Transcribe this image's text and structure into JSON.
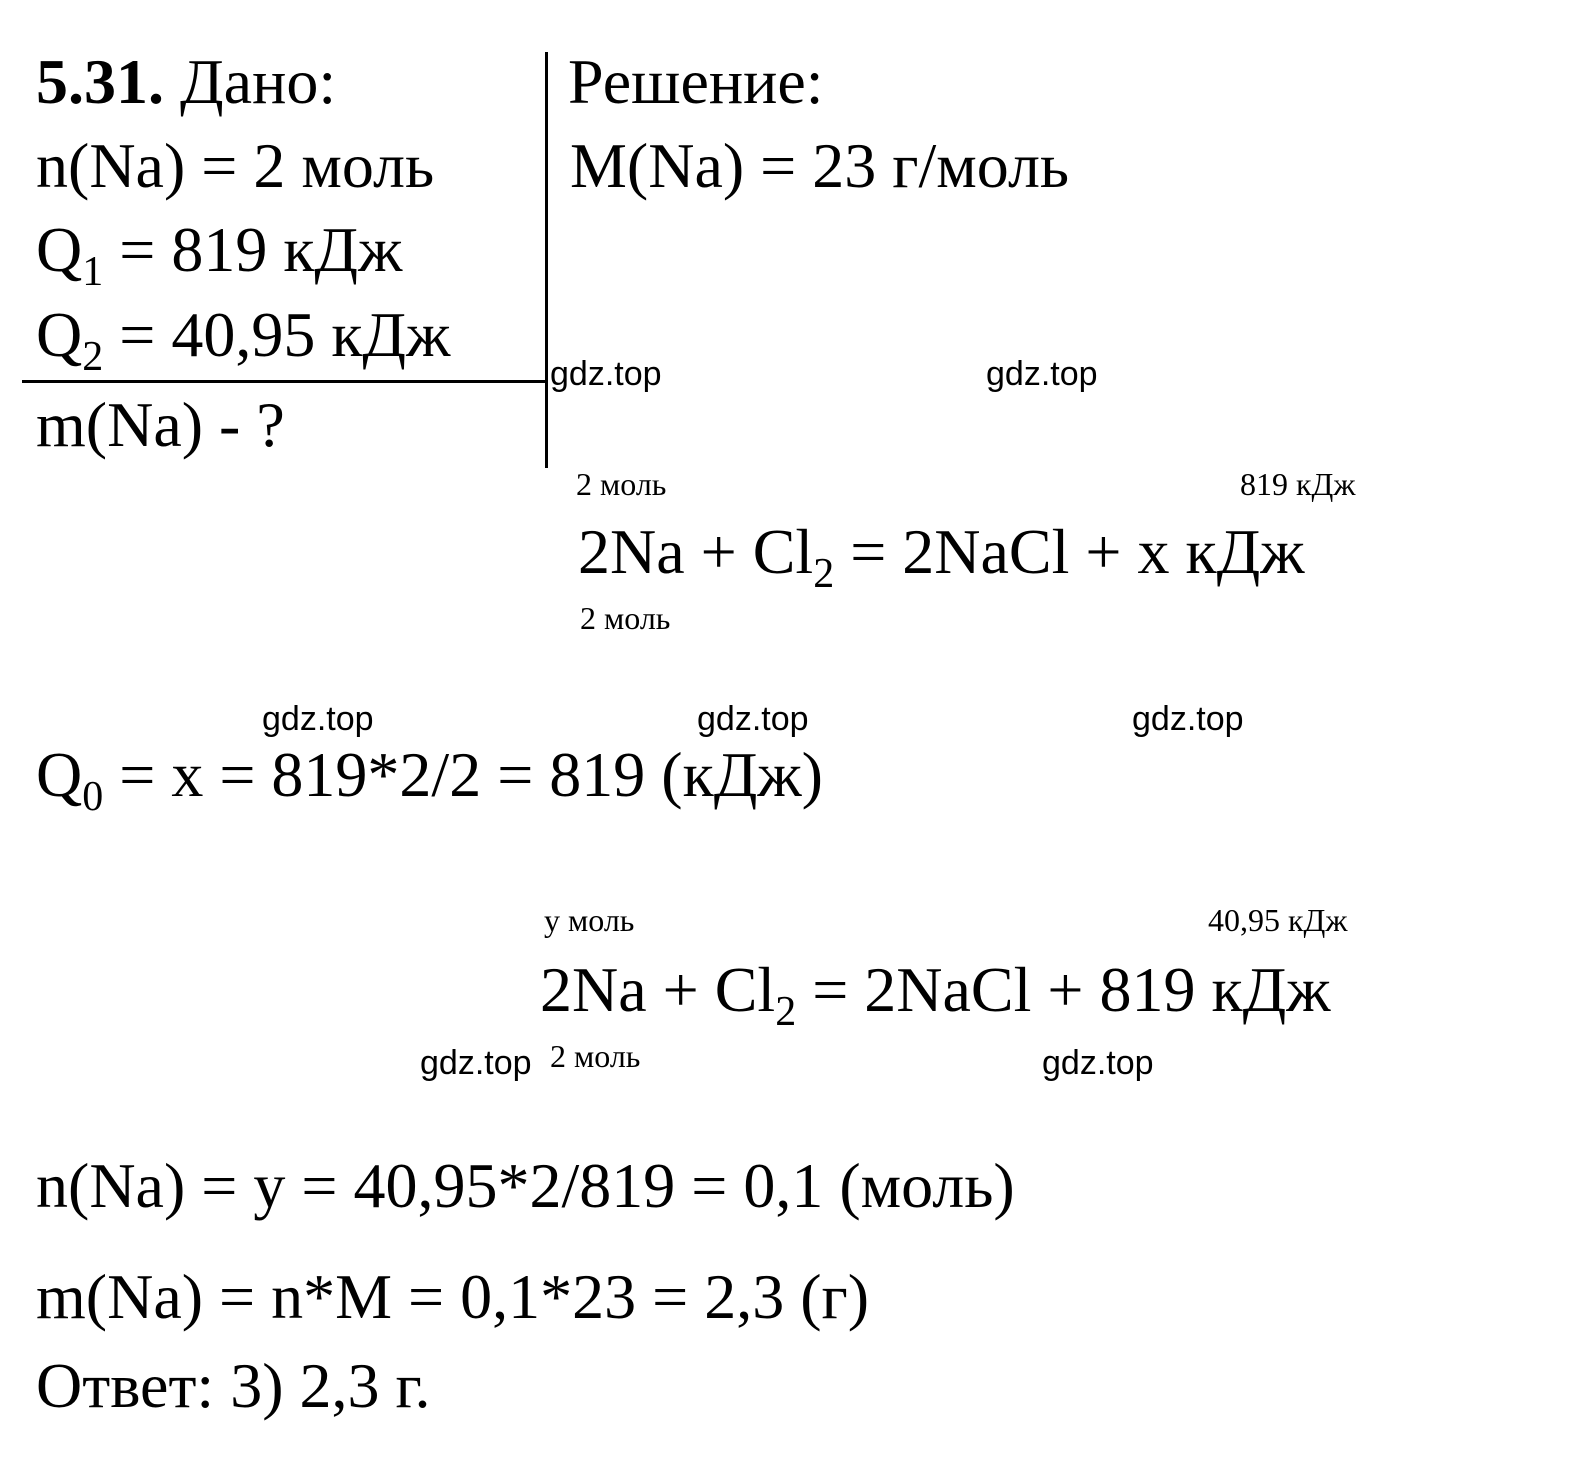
{
  "given": {
    "number": "5.31.",
    "title": "Дано:",
    "line1": "n(Na) = 2 моль",
    "q1_prefix": "Q",
    "q1_sub": "1",
    "q1_rest": " = 819 кДж",
    "q2_prefix": "Q",
    "q2_sub": "2",
    "q2_rest": " = 40,95 кДж",
    "find": "m(Na) - ?"
  },
  "solution": {
    "title": "Решение:",
    "molar_mass": "M(Na) = 23 г/моль"
  },
  "reaction1": {
    "above_left": "2 моль",
    "above_right": "819 кДж",
    "eq_part1": "2Na + Cl",
    "eq_sub": "2",
    "eq_part2": " = 2NaCl + x кДж",
    "below_left": "2 моль"
  },
  "calc1": {
    "prefix": "Q",
    "sub": "0",
    "rest": " = x = 819*2/2 = 819 (кДж)"
  },
  "reaction2": {
    "above_left": "y моль",
    "above_right": "40,95 кДж",
    "eq_part1": "2Na + Cl",
    "eq_sub": "2",
    "eq_part2": " = 2NaCl + 819 кДж",
    "below_left": "2 моль"
  },
  "final": {
    "line1": "n(Na) = y = 40,95*2/819 = 0,1 (моль)",
    "line2": "m(Na) = n*M = 0,1*23 = 2,3 (г)",
    "answer": "Ответ: 3) 2,3 г."
  },
  "watermarks": [
    "gdz.top",
    "gdz.top",
    "gdz.top",
    "gdz.top",
    "gdz.top",
    "gdz.top",
    "gdz.top"
  ]
}
